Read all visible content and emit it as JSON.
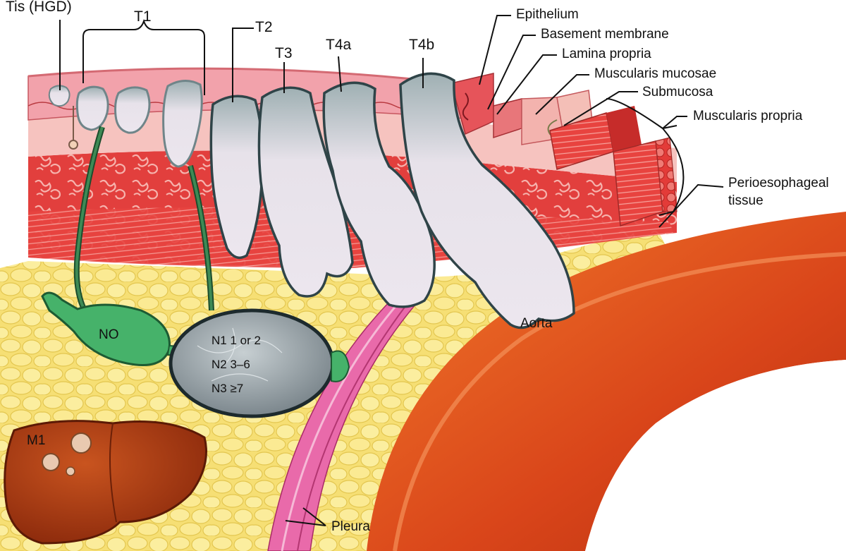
{
  "tumor_labels": {
    "tis": "Tis (HGD)",
    "t1": "T1",
    "t2": "T2",
    "t3": "T3",
    "t4a": "T4a",
    "t4b": "T4b"
  },
  "layer_labels": {
    "epithelium": "Epithelium",
    "basement_membrane": "Basement membrane",
    "lamina_propria": "Lamina propria",
    "muscularis_mucosae": "Muscularis mucosae",
    "submucosa": "Submucosa",
    "muscularis_propria": "Muscularis propria",
    "periesophageal_line1": "Perioesophageal",
    "periesophageal_line2": "tissue"
  },
  "node_labels": {
    "n0": "NO",
    "n1": "N1  1 or 2",
    "n2": "N2  3–6",
    "n3": "N3  ≥7"
  },
  "other_labels": {
    "aorta": "Aorta",
    "pleura": "Pleura",
    "m1": "M1"
  },
  "colors": {
    "epithelium": "#f4a7b0",
    "submucosa": "#f7c6c2",
    "muscle": "#e2413f",
    "fat": "#f7e27a",
    "tumor": "#e9e4ea",
    "tumor_edge": "#7f9598",
    "node_n0": "#44b068",
    "node_n1": "#9aa5aa",
    "aorta": "#e0541a",
    "pleura": "#e76aa8",
    "liver": "#a83a14"
  }
}
